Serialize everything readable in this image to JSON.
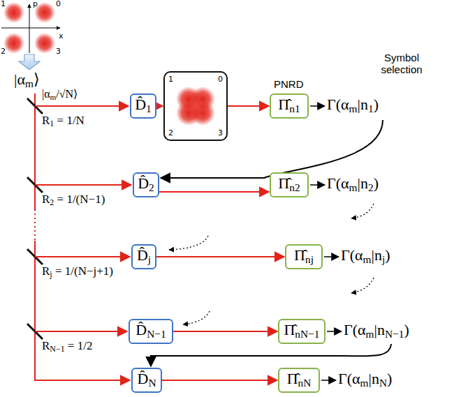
{
  "diagram": {
    "nodes": [
      {
        "text": [
          "D̂1"
        ]
      },
      {
        "text": [
          "1",
          "0",
          "2",
          "3"
        ]
      },
      {
        "text": [
          "Π̂n1"
        ]
      },
      {
        "text": [
          "D̂2"
        ]
      },
      {
        "text": [
          "Π̂n2"
        ]
      },
      {
        "text": [
          "D̂j"
        ]
      },
      {
        "text": [
          "Π̂nj"
        ]
      },
      {
        "text": [
          "D̂N−1"
        ]
      },
      {
        "text": [
          "Π̂nN−1"
        ]
      },
      {
        "text": [
          "D̂N"
        ]
      },
      {
        "text": [
          "Π̂nN"
        ]
      }
    ],
    "edges": [
      {
        "from": 0,
        "to": 1,
        "arrow": "to"
      },
      {
        "from": 1,
        "to": 2,
        "arrow": "to"
      },
      {
        "from": 3,
        "to": 4,
        "arrow": "to"
      },
      {
        "from": 5,
        "to": 6,
        "arrow": "to"
      },
      {
        "from": 7,
        "to": 8,
        "arrow": "to"
      },
      {
        "from": 9,
        "to": 10,
        "arrow": "to"
      }
    ],
    "labels": [
      "p",
      "x",
      "1",
      "0",
      "2",
      "3",
      "|αm⟩",
      "|αm/√N⟩",
      "R1 = 1/N",
      "R2 = 1/(N−1)",
      "Rj = 1/(N−j+1)",
      "RN−1 = 1/2",
      "PNRD",
      "Symbol selection",
      "Γ(αm|n1)",
      "Γ(αm|n2)",
      "Γ(αm|nj)",
      "Γ(αm|nN−1)",
      "Γ(αm|nN)"
    ]
  }
}
